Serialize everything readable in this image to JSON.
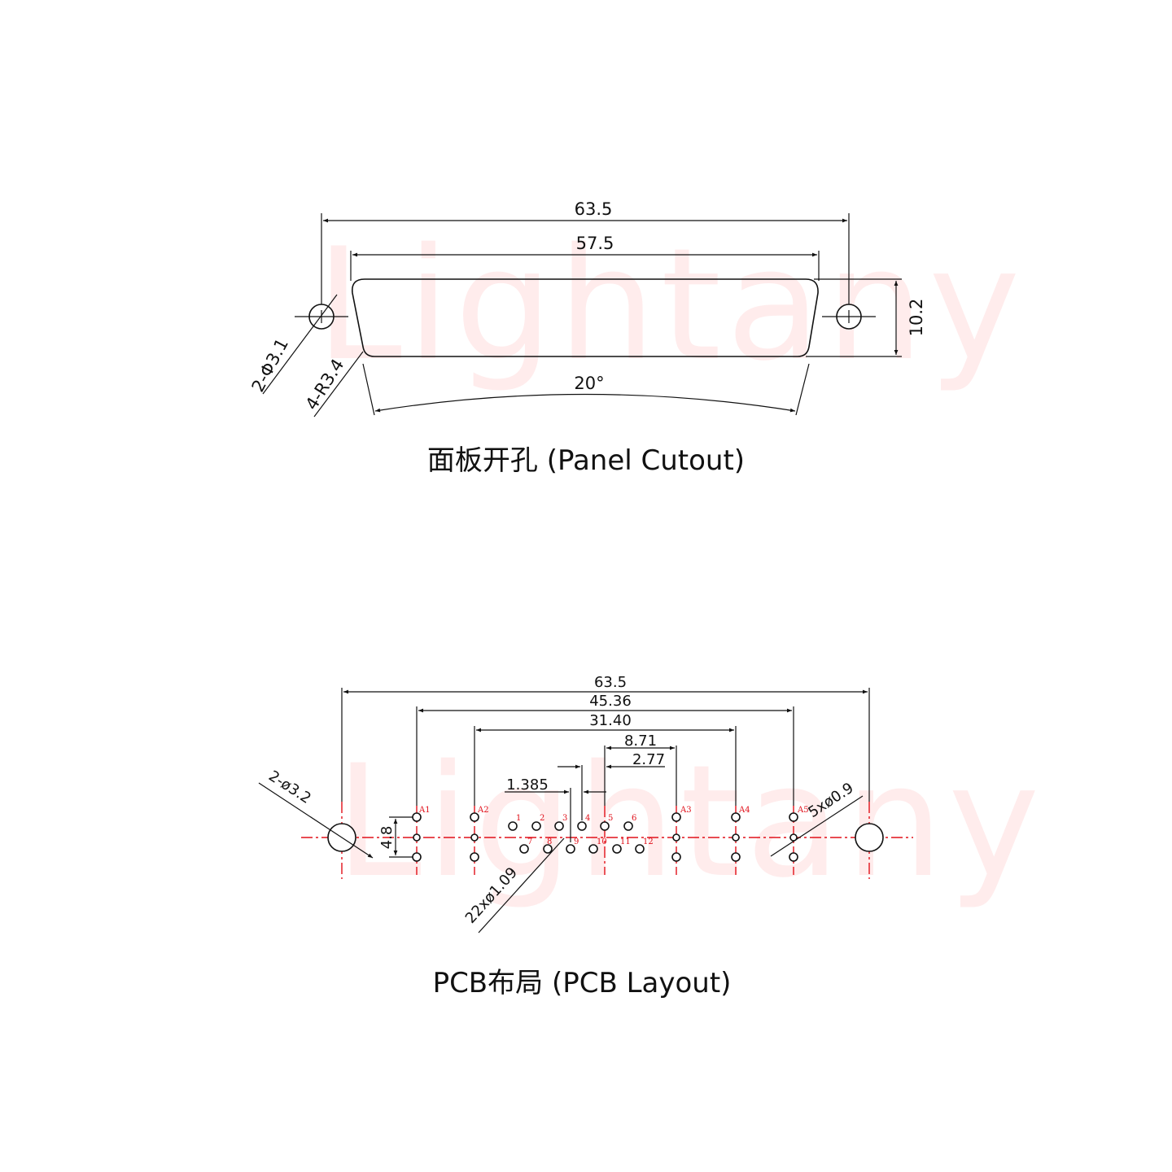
{
  "watermark": "Lightany",
  "panel": {
    "caption": "面板开孔 (Panel Cutout)",
    "dim_overall": "63.5",
    "dim_cutout": "57.5",
    "dim_height": "10.2",
    "dim_angle": "20°",
    "label_holes": "2-Φ3.1",
    "label_radius": "4-R3.4"
  },
  "pcb": {
    "caption": "PCB布局 (PCB Layout)",
    "dim_overall": "63.5",
    "dim_a1_a5": "45.36",
    "dim_a2_a4": "31.40",
    "dim_871": "8.71",
    "dim_277": "2.77",
    "dim_1385": "1.385",
    "dim_48": "4.8",
    "label_mount": "2-ø3.2",
    "label_coax": "5xø0.9",
    "label_signal": "22xø1.09",
    "pin_labels": {
      "A1": "A1",
      "A2": "A2",
      "A3": "A3",
      "A4": "A4",
      "A5": "A5",
      "p1": "1",
      "p2": "2",
      "p3": "3",
      "p4": "4",
      "p5": "5",
      "p6": "6",
      "p7": "7",
      "p8": "8",
      "p9": "9",
      "p10": "10",
      "p11": "11",
      "p12": "12"
    }
  }
}
